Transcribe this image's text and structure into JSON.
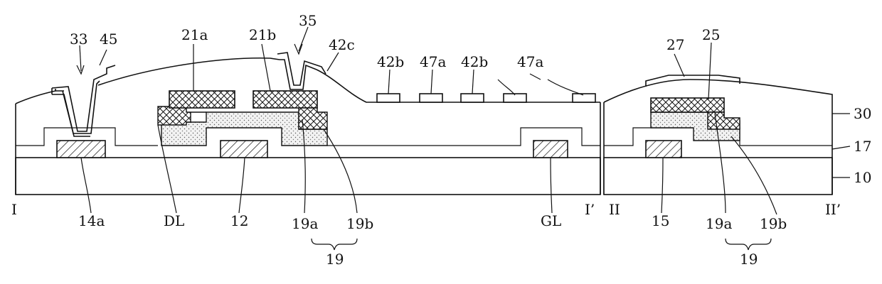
{
  "figure": {
    "ref": {
      "l33": "33",
      "l45": "45",
      "l21a": "21a",
      "l21b": "21b",
      "l35": "35",
      "l42c": "42c",
      "l42b_1": "42b",
      "l47a_1": "47a",
      "l42b_2": "42b",
      "l47a_2": "47a",
      "l27": "27",
      "l25": "25",
      "l30": "30",
      "l17": "17",
      "l10": "10",
      "l14a": "14a",
      "lDL": "DL",
      "l12": "12",
      "l19a_1": "19a",
      "l19b_1": "19b",
      "l19_1": "19",
      "lGL": "GL",
      "l15": "15",
      "l19a_2": "19a",
      "l19b_2": "19b",
      "l19_2": "19"
    },
    "section": {
      "I": "I",
      "I_prime": "I’",
      "II": "II",
      "II_prime": "II’"
    }
  }
}
